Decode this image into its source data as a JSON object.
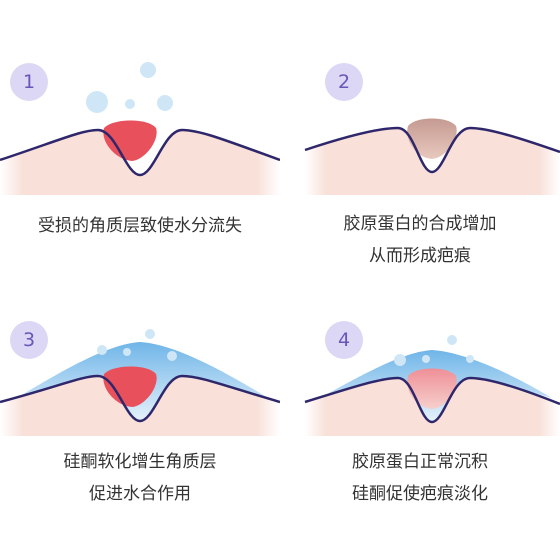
{
  "colors": {
    "skin": "#f9e1da",
    "outline": "#2f276b",
    "badge_bg": "#dcd7f4",
    "badge_text": "#6a55b8",
    "red": "#e8505b",
    "brown": "#c59a91",
    "silicone": "#6fb5e8",
    "droplet": "#cfe6f7"
  },
  "steps": [
    {
      "number": "1",
      "lines": [
        "受损的角质层致使水分流失"
      ]
    },
    {
      "number": "2",
      "lines": [
        "胶原蛋白的合成增加",
        "从而形成疤痕"
      ]
    },
    {
      "number": "3",
      "lines": [
        "硅酮软化增生角质层",
        "促进水合作用"
      ]
    },
    {
      "number": "4",
      "lines": [
        "胶原蛋白正常沉积",
        "硅酮促使疤痕淡化"
      ]
    }
  ]
}
